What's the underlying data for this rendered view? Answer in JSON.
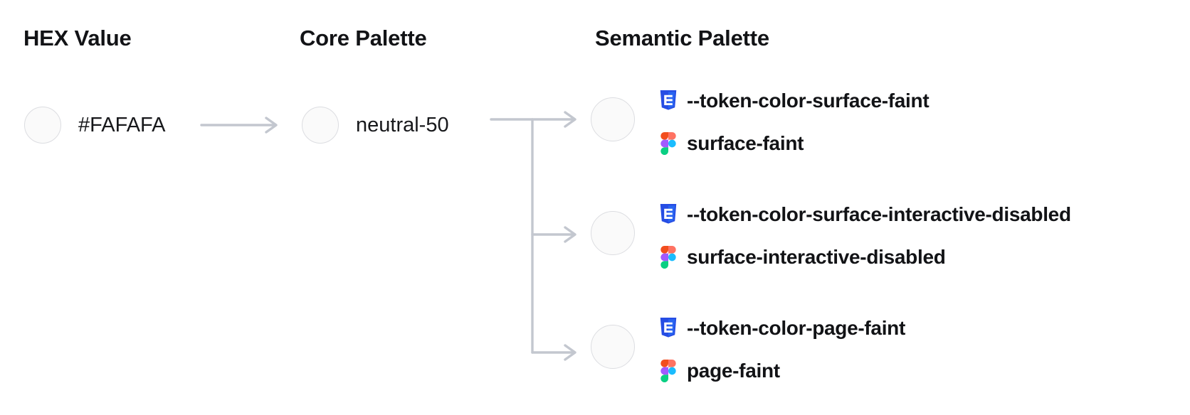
{
  "columns": {
    "hex": {
      "heading": "HEX Value"
    },
    "core": {
      "heading": "Core Palette"
    },
    "semantic": {
      "heading": "Semantic Palette"
    }
  },
  "hex": {
    "swatch_color": "#FAFAFA",
    "value": "#FAFAFA"
  },
  "core": {
    "swatch_color": "#FAFAFA",
    "value": "neutral-50"
  },
  "semantic": {
    "swatch_color": "#FAFAFA",
    "rows": [
      {
        "css_token": "--token-color-surface-faint",
        "figma_token": "surface-faint"
      },
      {
        "css_token": "--token-color-surface-interactive-disabled",
        "figma_token": "surface-interactive-disabled"
      },
      {
        "css_token": "--token-color-page-faint",
        "figma_token": "page-faint"
      }
    ]
  },
  "icons": {
    "css": "css3-icon",
    "figma": "figma-icon",
    "arrow": "arrow-right-icon"
  },
  "colors": {
    "background": "#FFFFFF",
    "text": "#121316",
    "swatch_fill": "#FAFAFA",
    "swatch_border": "#DCDDE1",
    "connector": "#C3C7CF",
    "css_icon_dark": "#264DE4",
    "css_icon_light": "#2965F1",
    "figma_orange": "#F24E1E",
    "figma_pink": "#FF7262",
    "figma_purple": "#A259FF",
    "figma_blue": "#1ABCFE",
    "figma_green": "#0ACF83"
  }
}
